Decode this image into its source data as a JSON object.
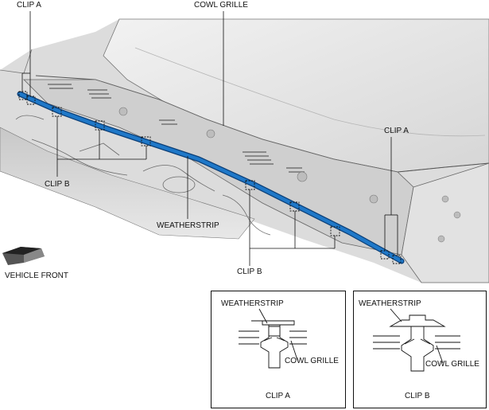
{
  "callouts": {
    "clip_a_top": "CLIP A",
    "cowl_grille": "COWL GRILLE",
    "clip_a_right": "CLIP A",
    "clip_b_left": "CLIP B",
    "weatherstrip": "WEATHERSTRIP",
    "clip_b_bottom": "CLIP B",
    "vehicle_front": "VEHICLE FRONT"
  },
  "details": [
    {
      "weatherstrip": "WEATHERSTRIP",
      "cowl_grille": "COWL GRILLE",
      "title": "CLIP A"
    },
    {
      "weatherstrip": "WEATHERSTRIP",
      "cowl_grille": "COWL GRILLE",
      "title": "CLIP B"
    }
  ],
  "colors": {
    "weatherstrip": "#1f78c8",
    "weatherstrip_edge": "#0b3f78",
    "body_shading": "#d4d4d4",
    "line": "#111111"
  },
  "icons": [
    "vehicle-front-arrow-icon"
  ]
}
